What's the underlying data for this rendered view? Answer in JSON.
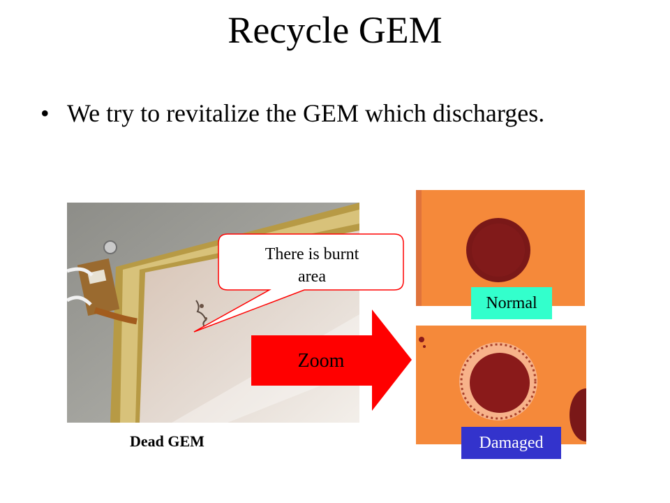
{
  "slide": {
    "title": "Recycle GEM",
    "bullet_marker": "•",
    "bullet_text": "We try to revitalize the GEM which discharges."
  },
  "figure": {
    "dead_gem_caption": "Dead GEM",
    "callout_line1": "There is burnt",
    "callout_line2": "area",
    "zoom_label": "Zoom",
    "normal_label": "Normal",
    "damaged_label": "Damaged"
  },
  "colors": {
    "zoom_arrow": "#ff0000",
    "normal_label_bg": "#33ffcc",
    "damaged_label_bg": "#3333cc",
    "callout_border": "#ff0000",
    "foil_orange": "#f5893a",
    "hole_red": "#7a1818"
  }
}
